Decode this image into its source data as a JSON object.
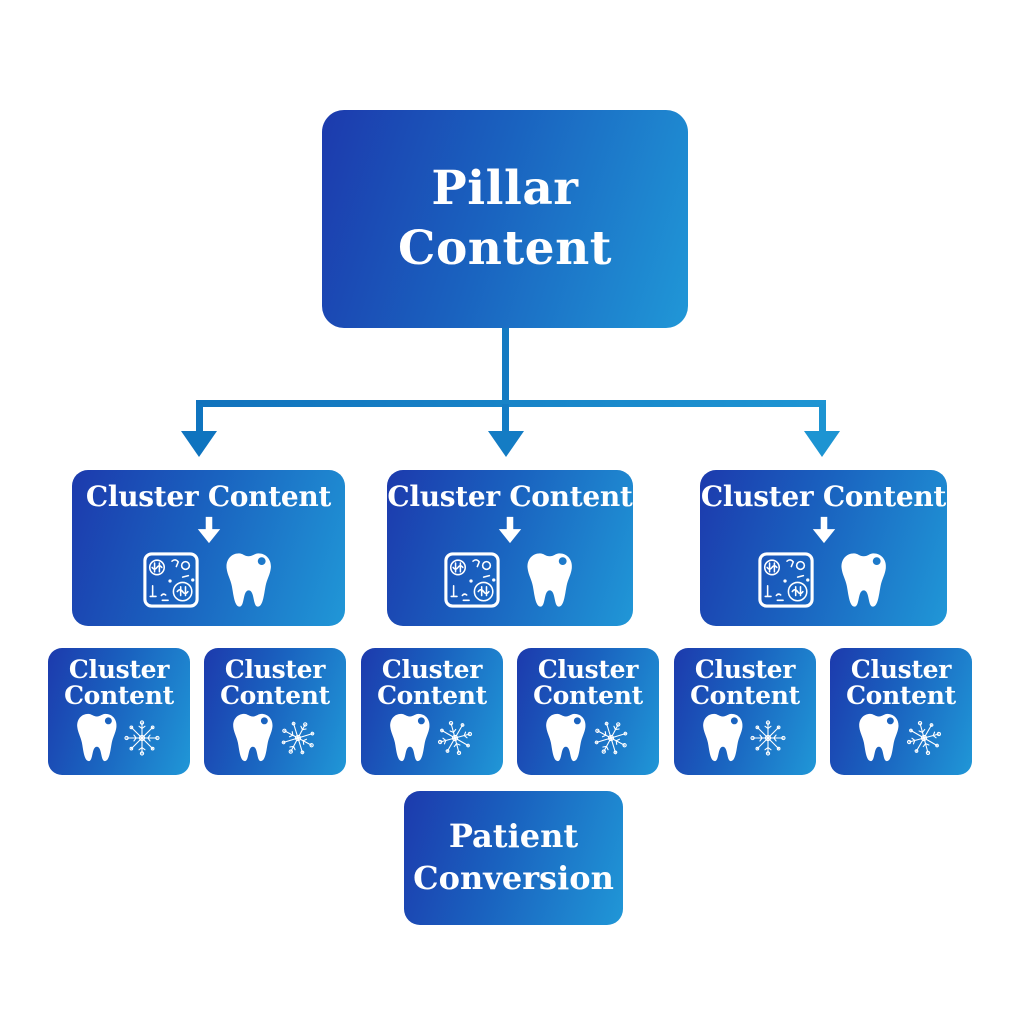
{
  "background": "#ffffff",
  "colors": {
    "box_gradient_start": "#1c3aad",
    "box_gradient_mid": "#1a62bf",
    "box_gradient_end": "#2097d7",
    "connector": "#147ac2",
    "text": "#ffffff"
  },
  "pillar": {
    "line1": "Pillar",
    "line2": "Content"
  },
  "row1": [
    {
      "label": "Cluster Content",
      "icons": [
        "down-arrow-icon",
        "doodle-board-icon",
        "tooth-icon"
      ]
    },
    {
      "label": "Cluster Content",
      "icons": [
        "down-arrow-icon",
        "doodle-board-icon",
        "tooth-icon"
      ]
    },
    {
      "label": "Cluster Content",
      "icons": [
        "down-arrow-icon",
        "doodle-board-icon",
        "tooth-icon"
      ]
    }
  ],
  "row2": [
    {
      "line1": "Cluster",
      "line2": "Content",
      "icons": [
        "tooth-icon",
        "sparkle-doodle-icon"
      ]
    },
    {
      "line1": "Cluster",
      "line2": "Content",
      "icons": [
        "tooth-icon",
        "sparkle-doodle-icon"
      ]
    },
    {
      "line1": "Cluster",
      "line2": "Content",
      "icons": [
        "tooth-icon",
        "sparkle-doodle-icon"
      ]
    },
    {
      "line1": "Cluster",
      "line2": "Content",
      "icons": [
        "tooth-icon",
        "sparkle-doodle-icon"
      ]
    },
    {
      "line1": "Cluster",
      "line2": "Content",
      "icons": [
        "tooth-icon",
        "sparkle-doodle-icon"
      ]
    },
    {
      "line1": "Cluster",
      "line2": "Content",
      "icons": [
        "tooth-icon",
        "sparkle-doodle-icon"
      ]
    }
  ],
  "conversion": {
    "line1": "Patient",
    "line2": "Conversion"
  }
}
